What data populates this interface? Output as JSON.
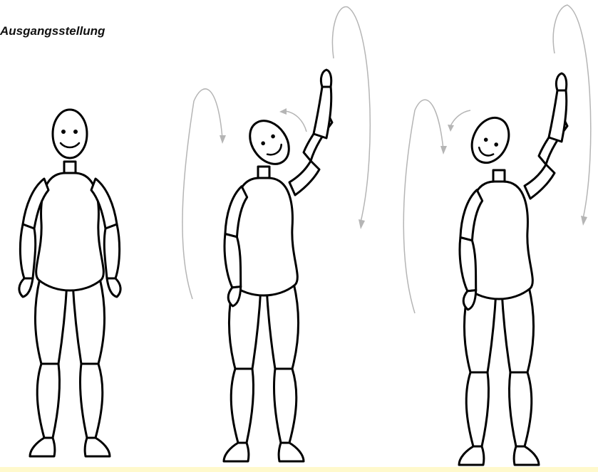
{
  "heading": {
    "text": "Ausgangsstellung"
  },
  "colors": {
    "outline": "#000000",
    "motion_arrow": "#b5b5b5",
    "bottom_strip": "#fff9cc"
  },
  "figures": [
    {
      "id": "start",
      "pose": "standing-arms-down",
      "arrows": false
    },
    {
      "id": "step-1",
      "pose": "right-arm-up-head-tilt-right",
      "arrows": true
    },
    {
      "id": "step-2",
      "pose": "right-arm-up-head-tilt-left",
      "arrows": true
    }
  ]
}
